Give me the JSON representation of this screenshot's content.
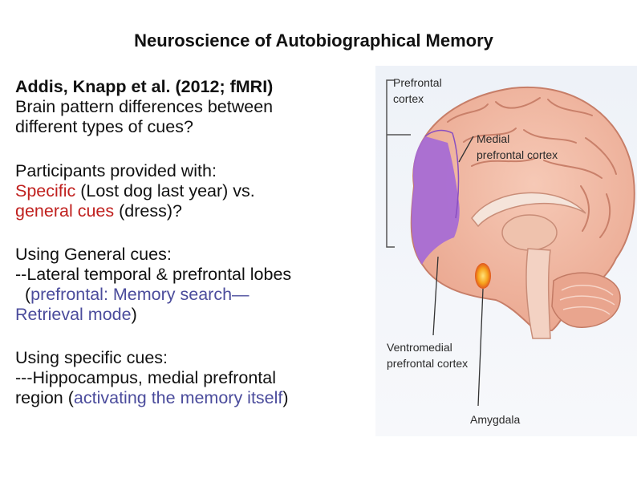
{
  "slide": {
    "title": "Neuroscience of Autobiographical Memory"
  },
  "study": {
    "heading": "Addis, Knapp et al. (2012; fMRI)",
    "question_line1": "Brain pattern differences between",
    "question_line2": "different types of cues?"
  },
  "participants": {
    "intro": "Participants provided with:",
    "specific_label": "Specific",
    "specific_example": " (Lost dog last year) vs.",
    "general_label": "general cues",
    "general_example": " (dress)?"
  },
  "general_cues": {
    "heading": "Using General cues:",
    "line1": "--Lateral temporal & prefrontal lobes",
    "indent_open": "  (",
    "prefrontal_note_a": "prefrontal: Memory search—",
    "prefrontal_note_b": "Retrieval mode",
    "close_paren": ")"
  },
  "specific_cues": {
    "heading": "Using specific cues:",
    "line1": "---Hippocampus, medial prefrontal",
    "line2_open": "region (",
    "highlight": "activating the memory itself",
    "close_paren": ")"
  },
  "brain_labels": {
    "prefrontal_1": "Prefrontal",
    "prefrontal_2": "cortex",
    "medial_1": "Medial",
    "medial_2": "prefrontal cortex",
    "ventromedial_1": "Ventromedial",
    "ventromedial_2": "prefrontal cortex",
    "amygdala": "Amygdala"
  },
  "colors": {
    "highlight_red": "#c0211f",
    "highlight_blue": "#4b4c9c",
    "brain_tissue": "#f2b8a2",
    "prefrontal_region": "#a56ad6",
    "amygdala_marker": "#f7b52a"
  }
}
